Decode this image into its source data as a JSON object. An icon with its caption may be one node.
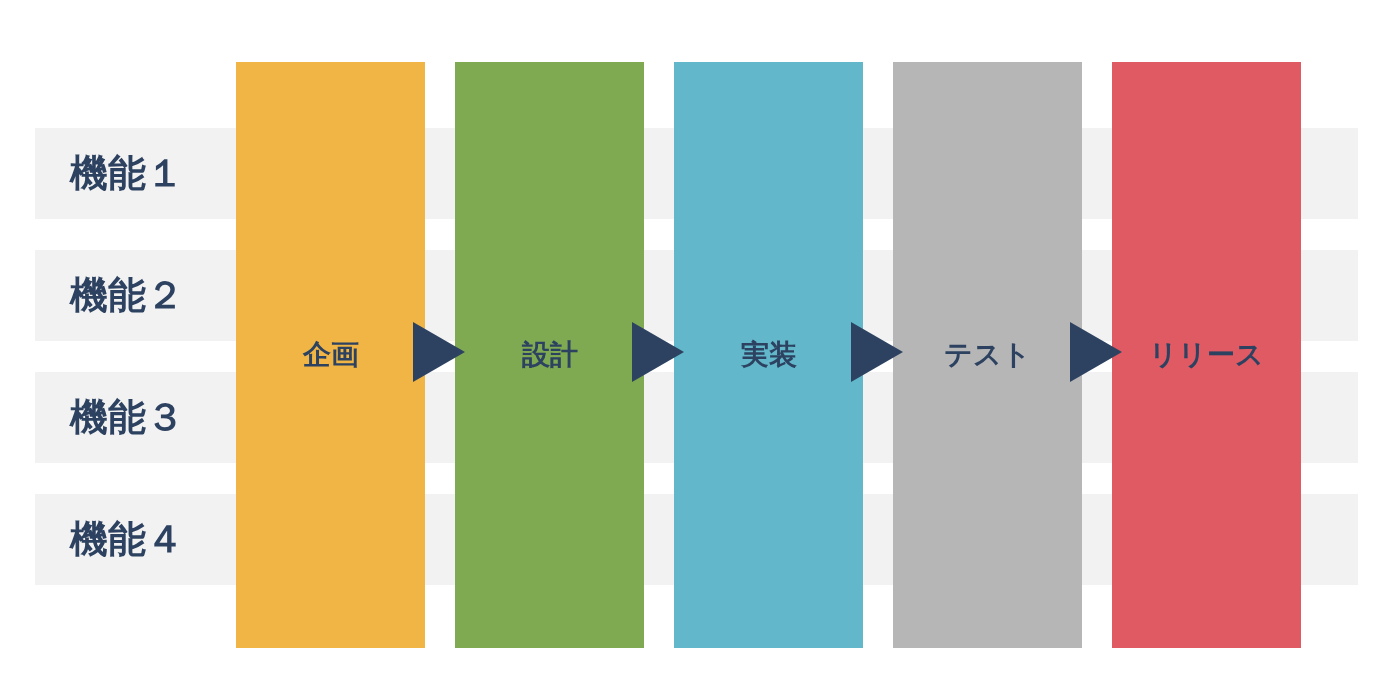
{
  "diagram": {
    "nodes": [
      {
        "text": [
          "機能１"
        ]
      },
      {
        "text": [
          "機能２"
        ]
      },
      {
        "text": [
          "機能３"
        ]
      },
      {
        "text": [
          "機能４"
        ]
      },
      {
        "text": [
          "企画"
        ]
      },
      {
        "text": [
          "設計"
        ]
      },
      {
        "text": [
          "実装"
        ]
      },
      {
        "text": [
          "テスト"
        ]
      },
      {
        "text": [
          "リリース"
        ]
      }
    ],
    "edges": [
      {
        "from": 4,
        "to": 5,
        "arrow": "to"
      },
      {
        "from": 5,
        "to": 6,
        "arrow": "to"
      },
      {
        "from": 6,
        "to": 7,
        "arrow": "to"
      },
      {
        "from": 7,
        "to": 8,
        "arrow": "to"
      }
    ]
  }
}
